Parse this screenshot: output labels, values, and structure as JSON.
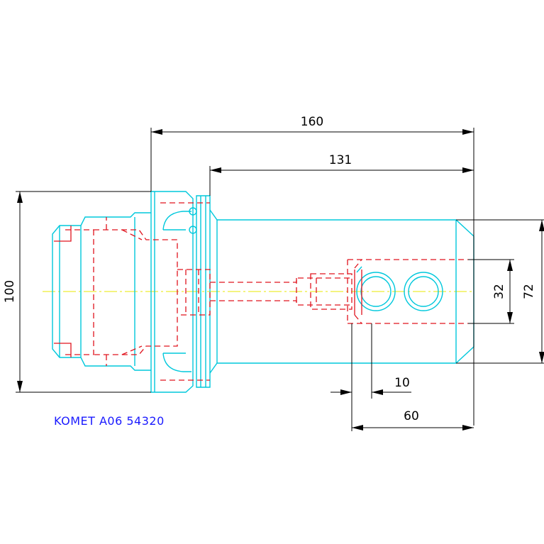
{
  "part_label": "KOMET A06 54320",
  "dimensions": {
    "overall_length": "160",
    "body_length": "131",
    "flange_diameter": "100",
    "body_diameter": "72",
    "bore_spacing": "32",
    "offset": "10",
    "bore_depth": "60"
  },
  "colors": {
    "outline": "#00c8dc",
    "hidden": "#e0141e",
    "centerline": "#e8e800",
    "dimension": "#000000",
    "label": "#1a1aff"
  }
}
